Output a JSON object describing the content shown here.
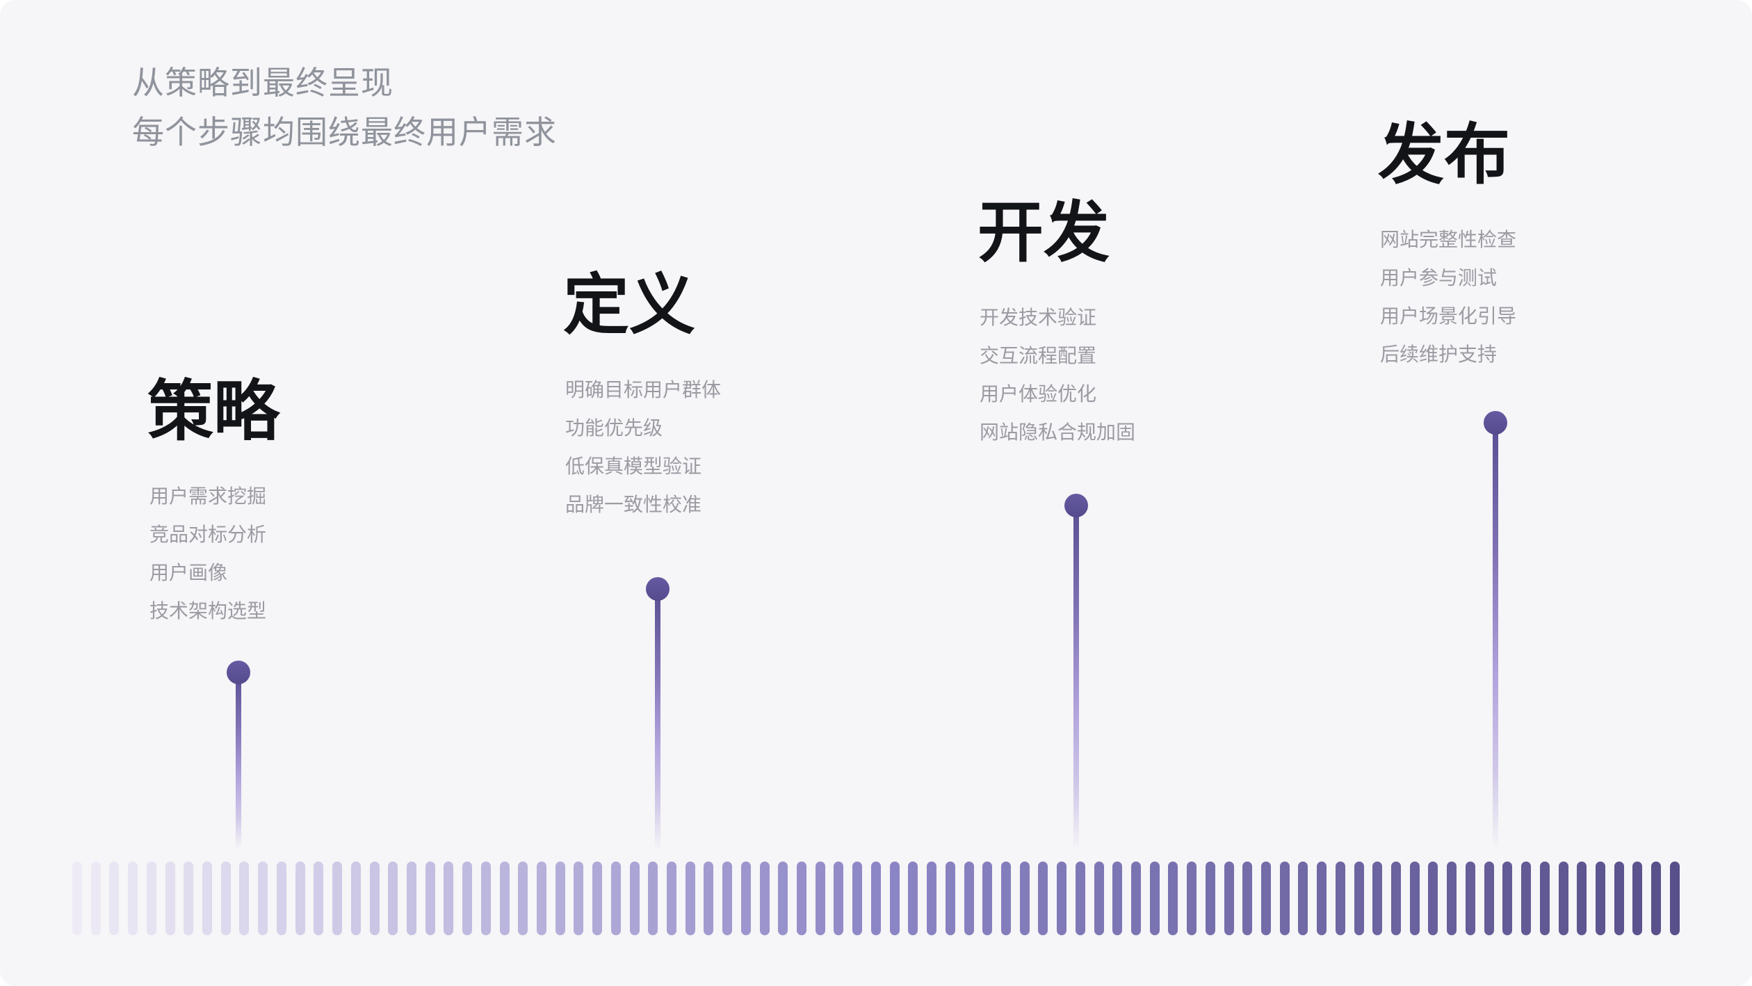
{
  "header": {
    "line1": "从策略到最终呈现",
    "line2": "每个步骤均围绕最终用户需求"
  },
  "stages": [
    {
      "title": "策略",
      "items": [
        "用户需求挖掘",
        "竞品对标分析",
        "用户画像",
        "技术架构选型"
      ]
    },
    {
      "title": "定义",
      "items": [
        "明确目标用户群体",
        "功能优先级",
        "低保真模型验证",
        "品牌一致性校准"
      ]
    },
    {
      "title": "开发",
      "items": [
        "开发技术验证",
        "交互流程配置",
        "用户体验优化",
        "网站隐私合规加固"
      ]
    },
    {
      "title": "发布",
      "items": [
        "网站完整性检查",
        "用户参与测试",
        "用户场景化引导",
        "后续维护支持"
      ]
    }
  ],
  "timeline": {
    "bar_count": 87,
    "gradient_stops": [
      "#eeebf6",
      "#8d86c6",
      "#57508a"
    ]
  },
  "colors": {
    "canvas_background": "#f6f5f7",
    "heading_text": "#131418",
    "subtitle_text": "#8f939c",
    "item_text": "#9b9ba3",
    "pin_dark": "#5a4f93",
    "pin_light": "#b2a4dd"
  }
}
